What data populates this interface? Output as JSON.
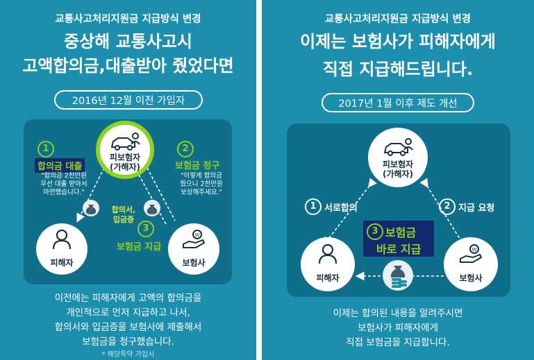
{
  "left": {
    "subtitle": "교통사고처리지원금 지급방식 변경",
    "title_line1": "중상해 교통사고시",
    "title_line2": "고액합의금,대출받아 줬었다면",
    "pill": "2016년 12월 이전 가입자",
    "nodes": {
      "insured_line1": "피보험자",
      "insured_line2": "(가해자)",
      "victim": "피해자",
      "insurer": "보험사"
    },
    "steps": [
      {
        "num": "1",
        "label": "합의금 대출",
        "quote_line1": "\"합의금 2천만원",
        "quote_line2": "우선 대출 받아서",
        "quote_line3": "마련했습니다.\""
      },
      {
        "num": "2",
        "label": "보험금 청구",
        "quote_line1": "\"이렇게 합의금",
        "quote_line2": "줬으니 2천만원",
        "quote_line3": "보상해주세요.\""
      },
      {
        "num": "3",
        "label": "보험금 지급"
      }
    ],
    "docs_line1": "합의서,",
    "docs_line2": "입금증",
    "bottom_lines": [
      "이전에는 피해자에게 고액의 합의금을",
      "개인적으로 먼저 지급하고 나서,",
      "합의서와 입금증을 보험사에 제출해서",
      "보험금을 청구했습니다."
    ],
    "footnote": "* 해당특약 가입시"
  },
  "right": {
    "subtitle": "교통사고처리지원금 지급방식 변경",
    "title_line1": "이제는 보험사가 피해자에게",
    "title_line2": "직접 지급해드립니다.",
    "pill": "2017년 1월 이후 제도 개선",
    "nodes": {
      "insured_line1": "피보험자",
      "insured_line2": "(가해자)",
      "victim": "피해자",
      "insurer": "보험사"
    },
    "steps": [
      {
        "num": "1",
        "label": "서로합의"
      },
      {
        "num": "2",
        "label": "지급 요청"
      },
      {
        "num": "3",
        "label_line1": "보험금",
        "label_line2": "바로 지급"
      }
    ],
    "bottom_lines": [
      "이제는 합의된 내용을 알려주시면",
      "보험사가 피해자에게",
      "직접 보험금을 지급합니다."
    ]
  },
  "colors": {
    "background": "#1d8fae",
    "box": "#0f6e89",
    "accent_green": "#8fd31f",
    "highlight_navy": "#152a6e",
    "white": "#ffffff"
  },
  "icons": [
    "car-person-icon",
    "person-icon",
    "insurer-hand-coin-icon",
    "money-bag-icon"
  ]
}
